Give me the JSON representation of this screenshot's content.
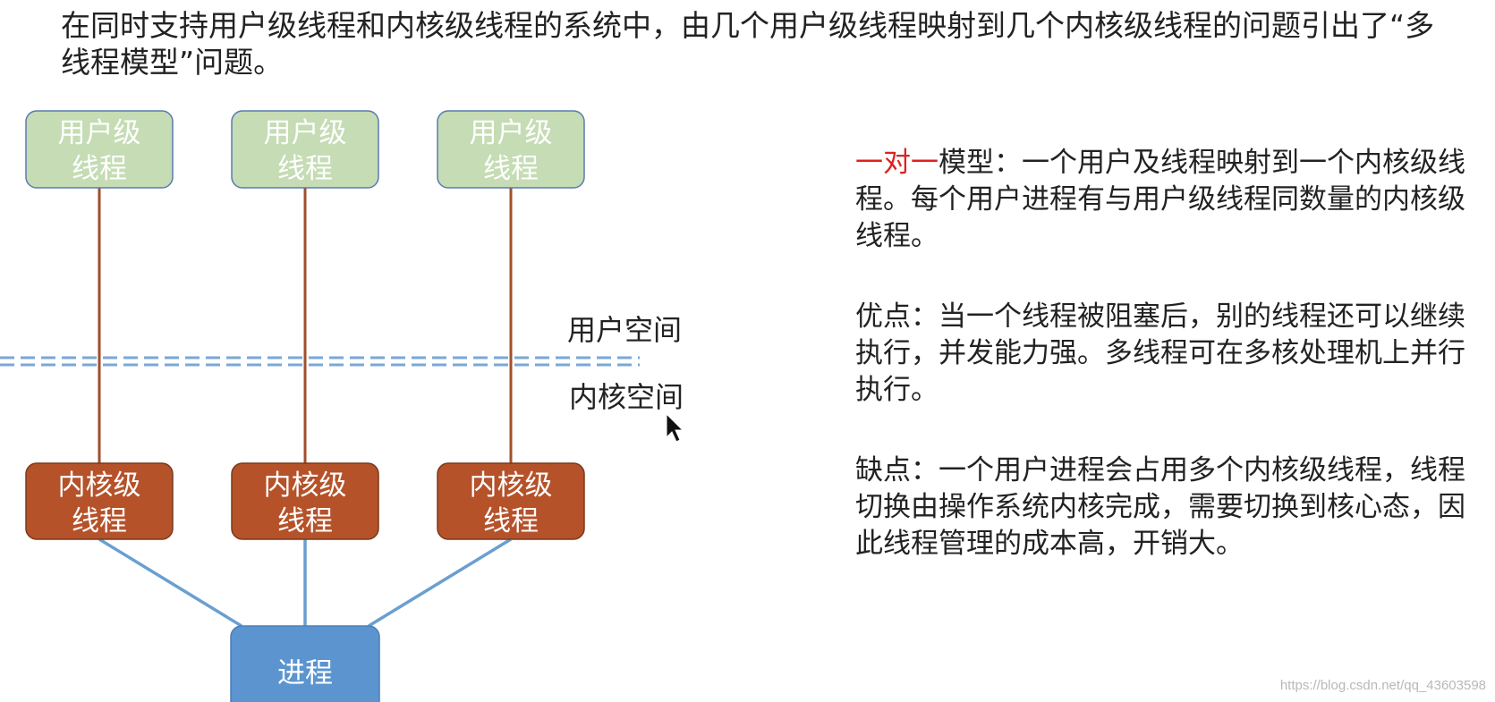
{
  "intro": "在同时支持用户级线程和内核级线程的系统中，由几个用户级线程映射到几个内核级线程的问题引出了“多线程模型”问题。",
  "diagram": {
    "user_threads": [
      {
        "line1": "用户级",
        "line2": "线程"
      },
      {
        "line1": "用户级",
        "line2": "线程"
      },
      {
        "line1": "用户级",
        "line2": "线程"
      }
    ],
    "kernel_threads": [
      {
        "line1": "内核级",
        "line2": "线程"
      },
      {
        "line1": "内核级",
        "line2": "线程"
      },
      {
        "line1": "内核级",
        "line2": "线程"
      }
    ],
    "process_label": "进程",
    "user_space_label": "用户空间",
    "kernel_space_label": "内核空间",
    "colors": {
      "user_box_fill": "#c5dcb4",
      "user_box_stroke": "#5a7bb0",
      "kernel_box_fill": "#b5522a",
      "process_fill": "#5b94cf",
      "mapping_line": "#a14f2c",
      "process_line": "#6a9fd0",
      "divider": "#7aa7d8"
    }
  },
  "model": {
    "name": "一对一",
    "definition": "模型：一个用户及线程映射到一个内核级线程。每个用户进程有与用户级线程同数量的内核级线程。",
    "advantages": "优点：当一个线程被阻塞后，别的线程还可以继续执行，并发能力强。多线程可在多核处理机上并行执行。",
    "disadvantages": "缺点：一个用户进程会占用多个内核级线程，线程切换由操作系统内核完成，需要切换到核心态，因此线程管理的成本高，开销大。"
  },
  "watermark": "https://blog.csdn.net/qq_43603598"
}
